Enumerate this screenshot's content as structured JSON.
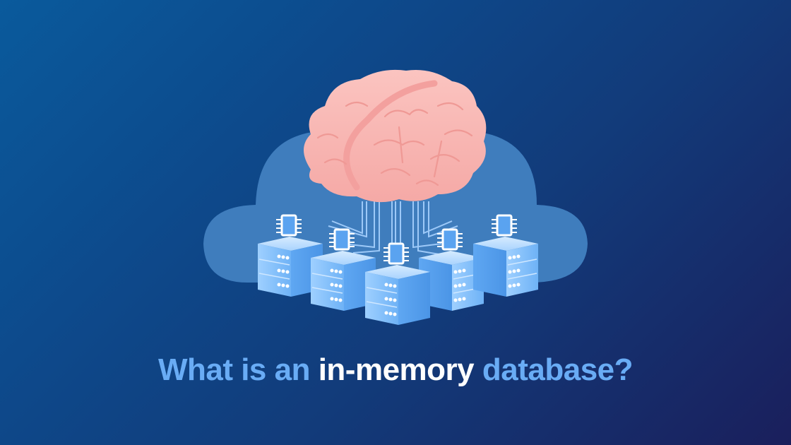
{
  "headline": {
    "part1": "What is an ",
    "part2": "in-memory",
    "part3": " database?"
  },
  "illustration": {
    "icons": [
      "brain-icon",
      "cloud-icon",
      "server-stack-icon",
      "memory-chip-icon"
    ],
    "server_count": 5
  },
  "colors": {
    "background_start": "#0a5a9c",
    "background_end": "#1a1f5c",
    "cloud": "#3f7dbd",
    "brain": "#f9b3b0",
    "server": "#8cc4fb",
    "headline_accent": "#69acf5",
    "headline_white": "#ffffff"
  }
}
